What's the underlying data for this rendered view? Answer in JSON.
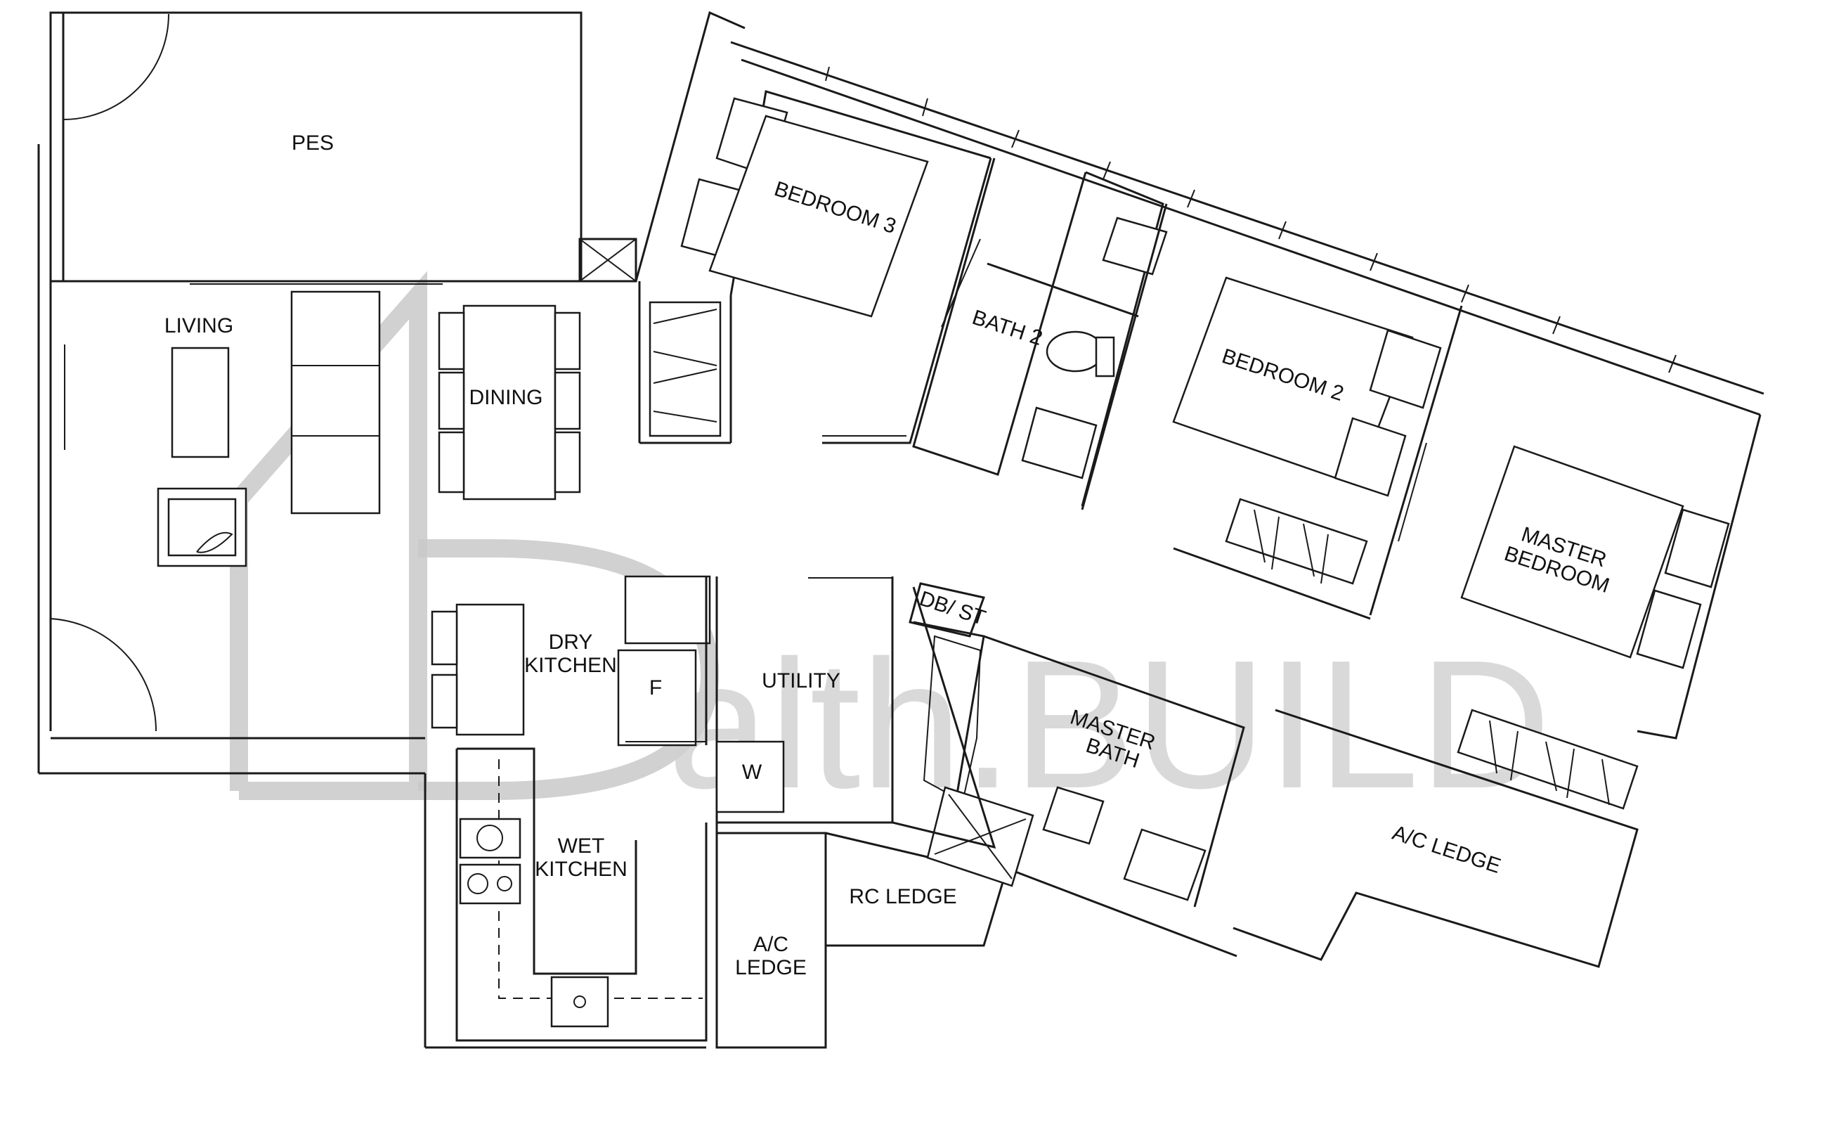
{
  "watermark": {
    "text": "alth.BUILD"
  },
  "rooms": {
    "pes": "PES",
    "living": "LIVING",
    "dining": "DINING",
    "bedroom3": "BEDROOM 3",
    "bath2": "BATH 2",
    "bedroom2": "BEDROOM 2",
    "master_bedroom_1": "MASTER",
    "master_bedroom_2": "BEDROOM",
    "dry_kitchen_1": "DRY",
    "dry_kitchen_2": "KITCHEN",
    "fridge": "F",
    "utility": "UTILITY",
    "washer": "W",
    "db_st": "DB/ ST",
    "master_bath_1": "MASTER",
    "master_bath_2": "BATH",
    "wet_kitchen_1": "WET",
    "wet_kitchen_2": "KITCHEN",
    "rc_ledge": "RC LEDGE",
    "ac_ledge_small_1": "A/C",
    "ac_ledge_small_2": "LEDGE",
    "ac_ledge_large": "A/C LEDGE"
  }
}
